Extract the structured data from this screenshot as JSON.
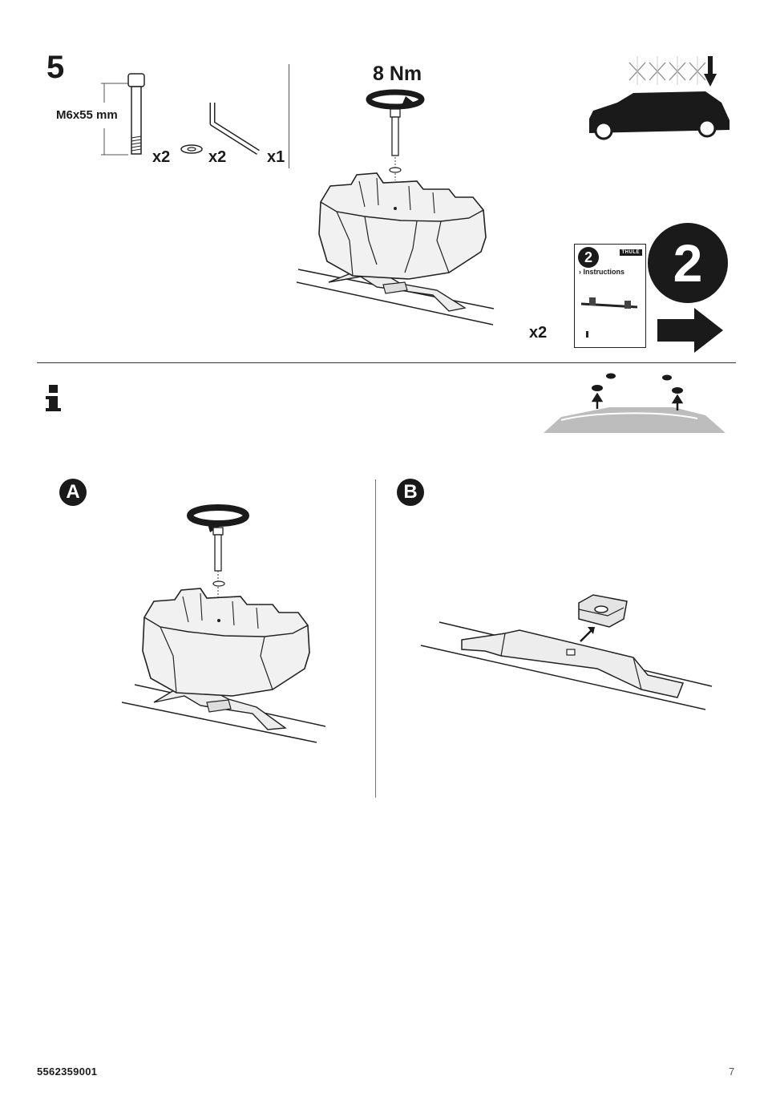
{
  "step": {
    "number": "5"
  },
  "parts": {
    "bolt_size": "M6x55 mm",
    "bolt_qty": "x2",
    "washer_qty": "x2",
    "key_qty": "x1"
  },
  "torque": {
    "value": "8 Nm"
  },
  "booklet": {
    "number": "2",
    "brand": "THULE",
    "title": "› Instructions",
    "qty": "x2"
  },
  "next_step": {
    "number": "2"
  },
  "info": {
    "glyph": "i"
  },
  "options": [
    {
      "letter": "A"
    },
    {
      "letter": "B"
    }
  ],
  "footer": {
    "doc_number": "5562359001",
    "page_number": "7"
  },
  "icons": [
    "info-icon",
    "torque-arrow-icon",
    "load-down-arrow-icon",
    "next-arrow-icon",
    "upward-arrow-icon"
  ],
  "colors": {
    "ink": "#1a1a1a",
    "rail": "#ededed",
    "roof": "#bdbdbd"
  }
}
